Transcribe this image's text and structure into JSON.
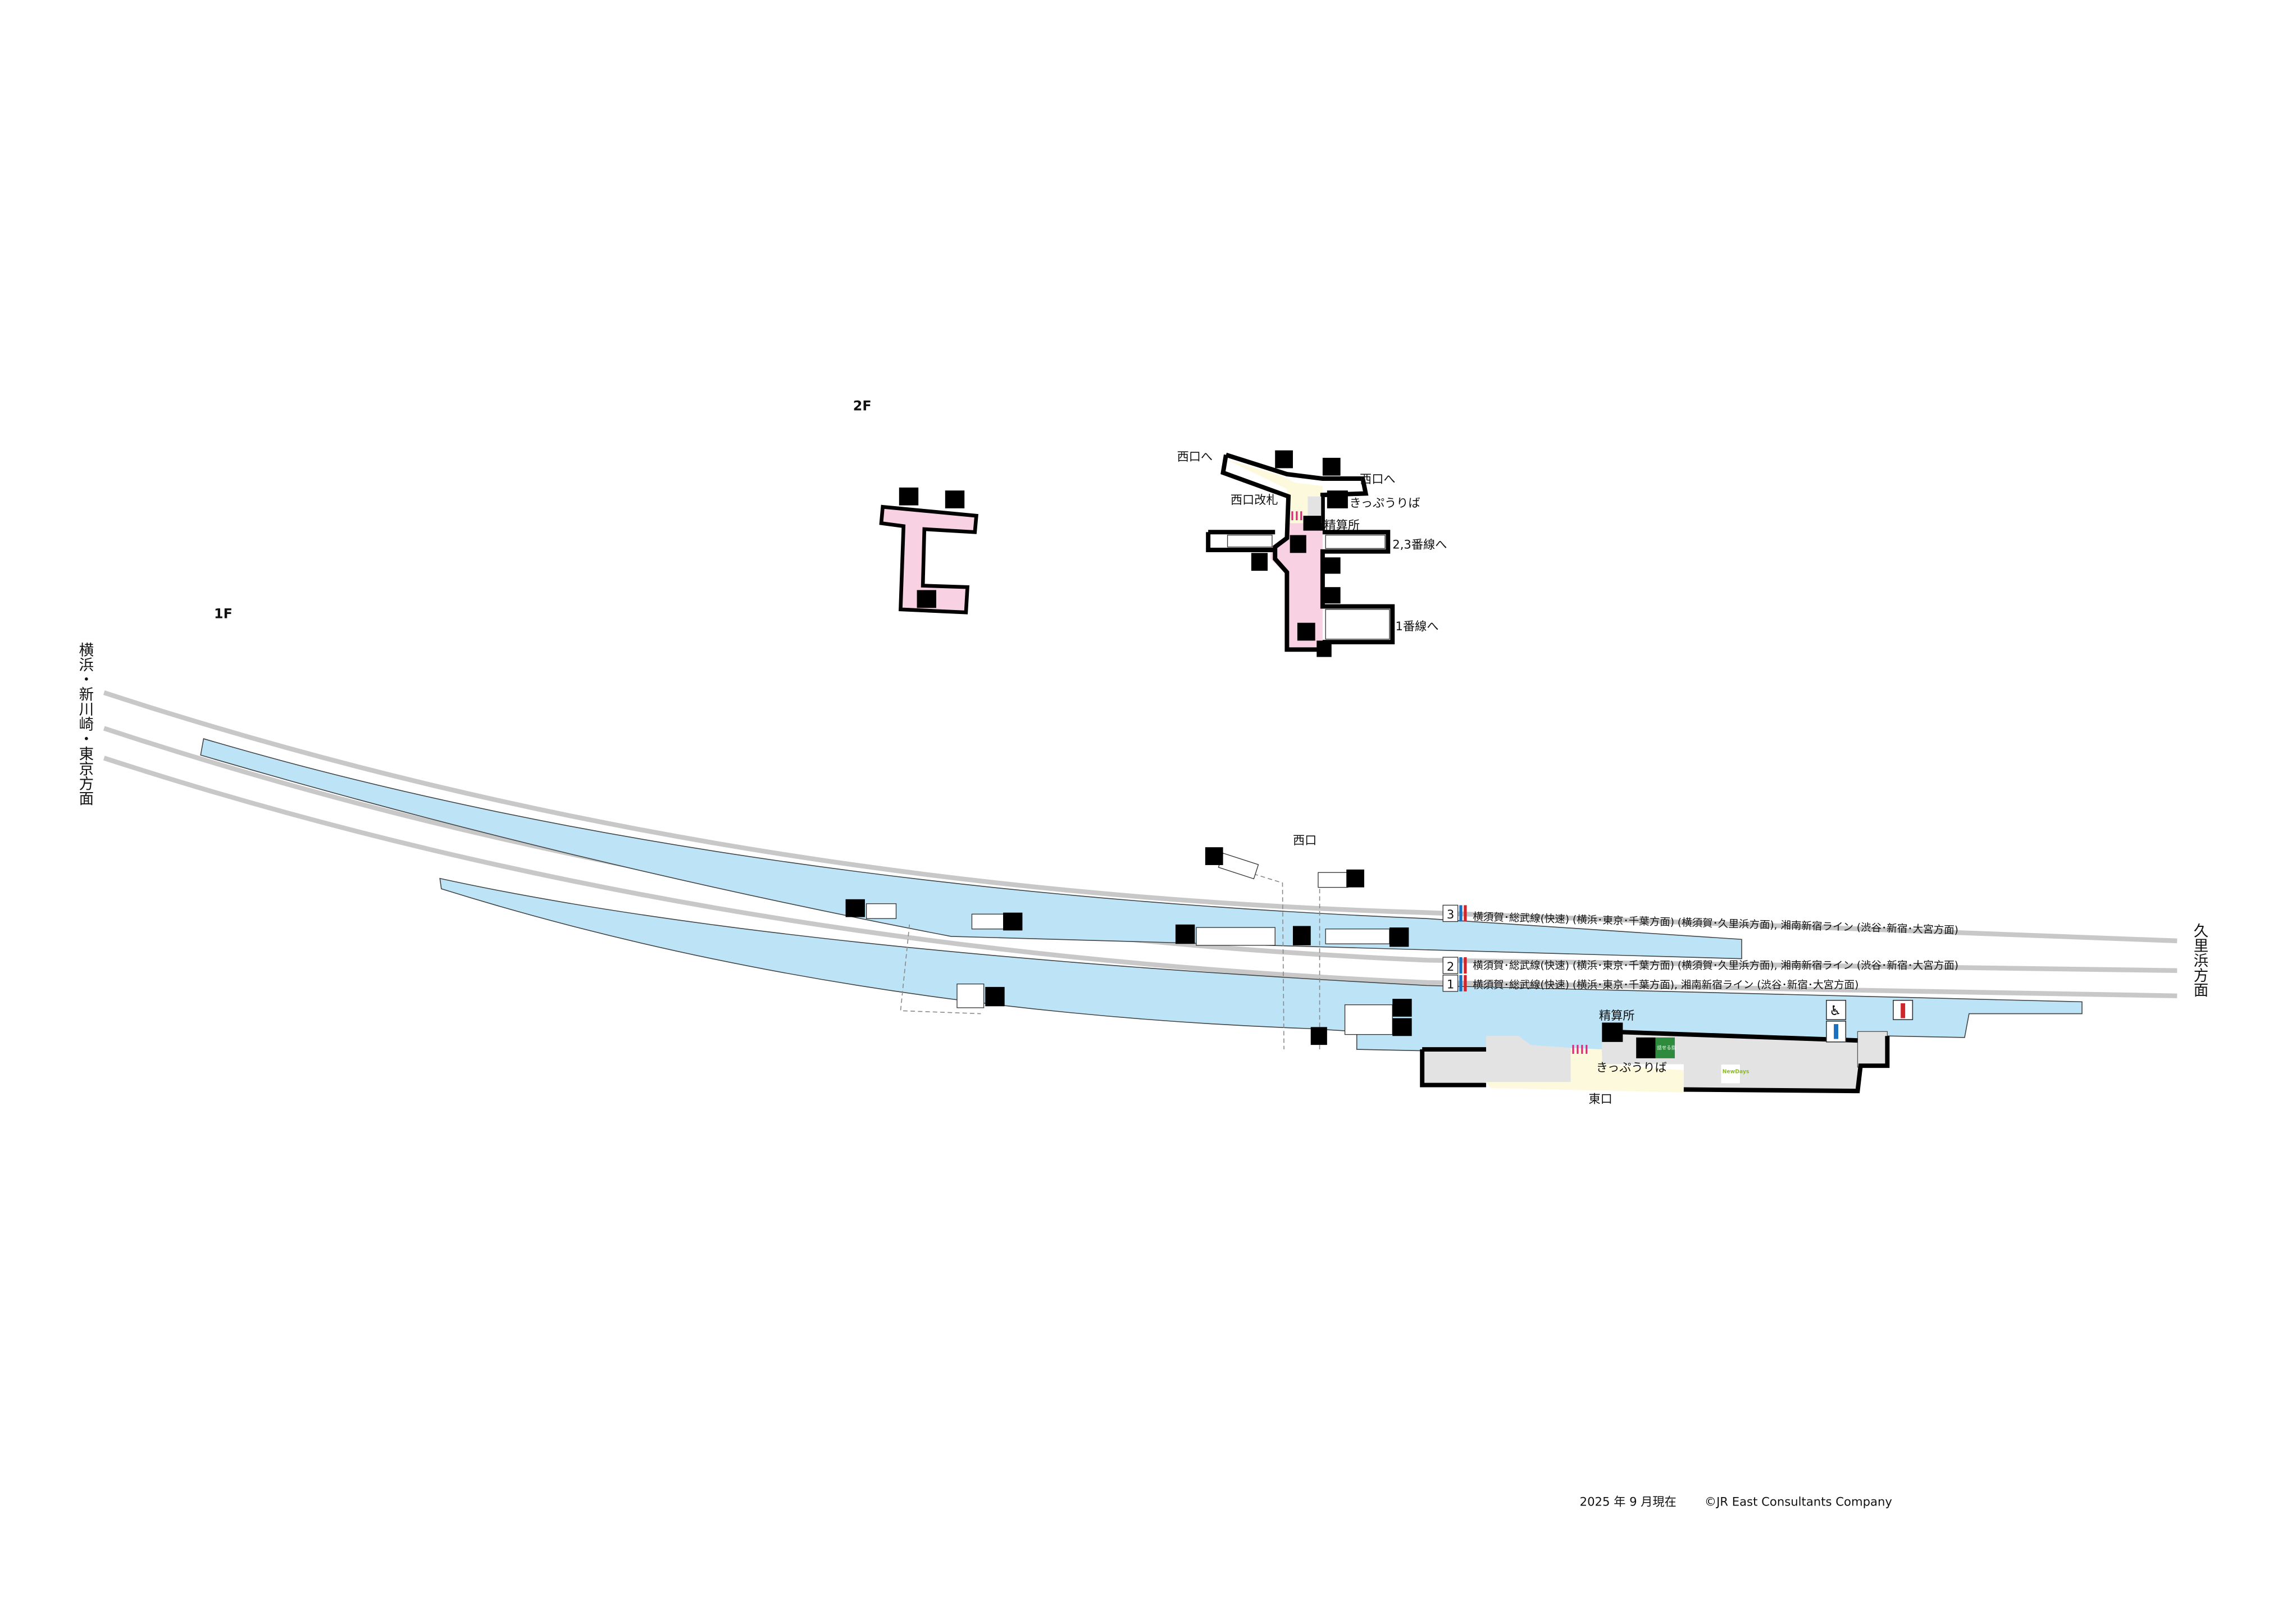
{
  "floors": {
    "f2": "2F",
    "f1": "1F"
  },
  "directions": {
    "west_bound": "横浜・新川崎・東京方面",
    "east_bound": "久里浜方面"
  },
  "floor2": {
    "west_exit_a": "西口へ",
    "west_exit_b": "西口へ",
    "west_gate": "西口改札",
    "ticket_office": "きっぷうりば",
    "fare_adjustment": "精算所",
    "to_track_23": "2,3番線へ",
    "to_track_1": "1番線へ"
  },
  "floor1": {
    "west_exit": "西口",
    "east_exit": "東口",
    "fare_adjustment": "精算所",
    "ticket_office": "きっぷうりば",
    "shop": "NewDays",
    "talk_ticket": "話せる指"
  },
  "tracks": [
    {
      "number": "3",
      "lines": "横須賀･総武線(快速) (横浜･東京･千葉方面) (横須賀･久里浜方面), 湘南新宿ライン (渋谷･新宿･大宮方面)"
    },
    {
      "number": "2",
      "lines": "横須賀･総武線(快速) (横浜･東京･千葉方面) (横須賀･久里浜方面), 湘南新宿ライン (渋谷･新宿･大宮方面)"
    },
    {
      "number": "1",
      "lines": "横須賀･総武線(快速) (横浜･東京･千葉方面), 湘南新宿ライン (渋谷･新宿･大宮方面)"
    }
  ],
  "footer": {
    "date": "2025 年 9 月現在",
    "copyright": "©JR East Consultants Company"
  },
  "colors": {
    "platform": "#bde3f6",
    "concourse_paid": "#f8d2e3",
    "concourse_free": "#fdf9dc",
    "facility": "#e3e3e3",
    "line_blue": "#1a6fc0",
    "line_red": "#d0262b"
  }
}
